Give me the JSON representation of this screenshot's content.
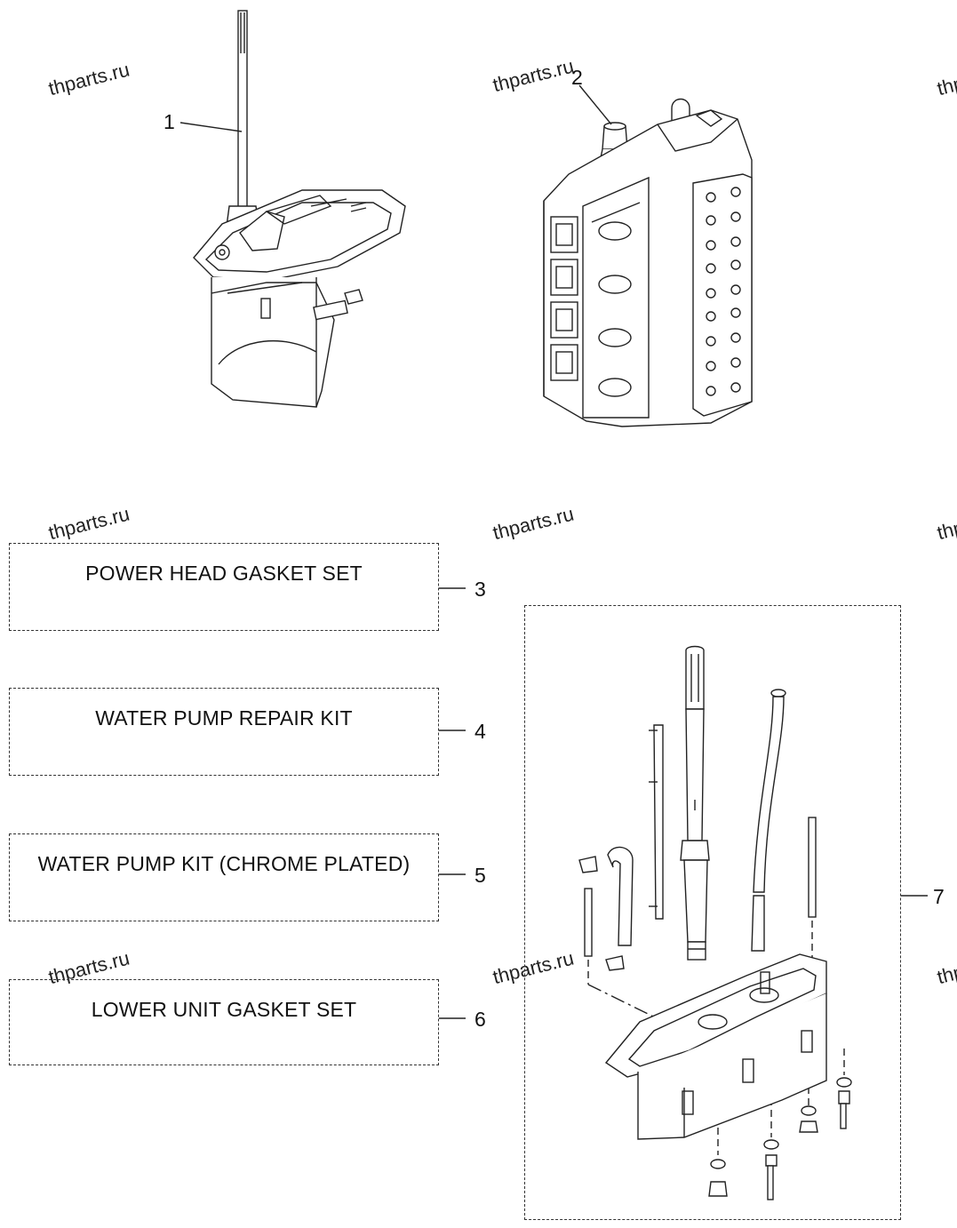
{
  "watermark": "thparts.ru",
  "callouts": [
    "1",
    "2",
    "3",
    "4",
    "5",
    "6",
    "7"
  ],
  "kits": [
    {
      "number": "3",
      "label": "POWER HEAD GASKET SET"
    },
    {
      "number": "4",
      "label": "WATER PUMP REPAIR KIT"
    },
    {
      "number": "5",
      "label": "WATER PUMP KIT (CHROME PLATED)"
    },
    {
      "number": "6",
      "label": "LOWER UNIT GASKET SET"
    }
  ]
}
